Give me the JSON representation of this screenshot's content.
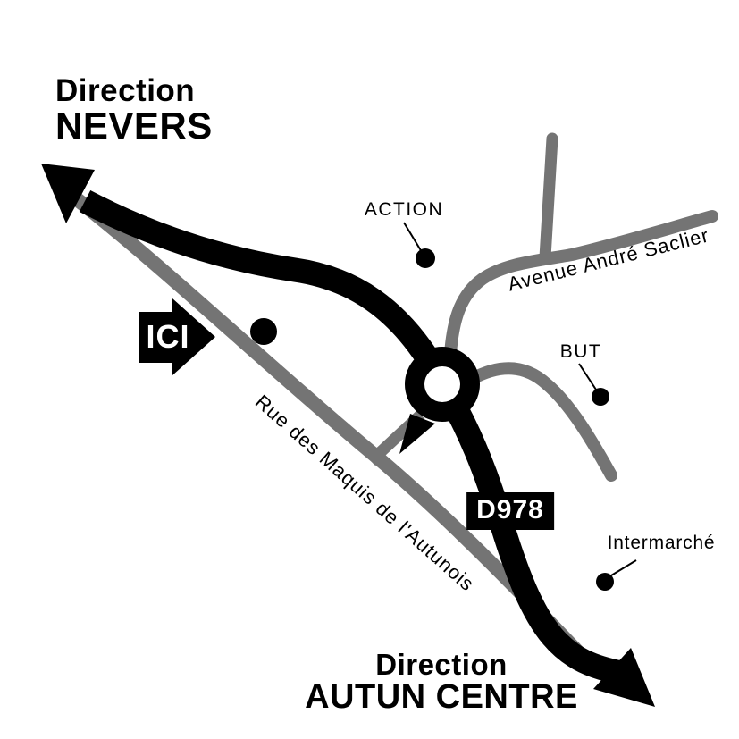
{
  "map": {
    "colors": {
      "background": "#ffffff",
      "road_primary": "#000000",
      "road_secondary": "#747474",
      "text": "#000000",
      "marker_text": "#ffffff"
    },
    "destinations": {
      "nevers": {
        "prefix": "Direction",
        "name": "NEVERS"
      },
      "autun": {
        "prefix": "Direction",
        "name": "AUTUN CENTRE"
      }
    },
    "roads": {
      "d978": {
        "label": "D978"
      },
      "rue": {
        "label": "Rue des Maquis de l'Autunois"
      },
      "avenue": {
        "label": "Avenue André Saclier"
      }
    },
    "here_marker": {
      "label": "ICI"
    },
    "landmarks": {
      "action": {
        "label": "ACTION"
      },
      "but": {
        "label": "BUT"
      },
      "intermarche": {
        "label": "Intermarché"
      }
    }
  }
}
